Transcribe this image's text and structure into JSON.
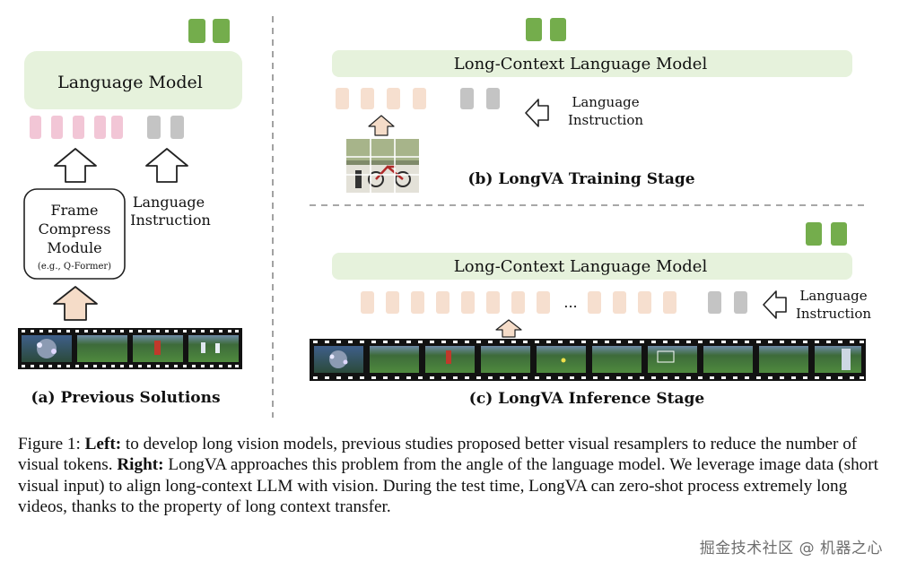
{
  "left": {
    "model_label": "Language Model",
    "frame_compress": [
      "Frame",
      "Compress",
      "Module"
    ],
    "frame_compress_eg": "(e.g., Q-Former)",
    "language_instruction": [
      "Language",
      "Instruction"
    ],
    "caption": "(a) Previous Solutions"
  },
  "training": {
    "model_label": "Long-Context Language Model",
    "language_instruction": [
      "Language",
      "Instruction"
    ],
    "caption": "(b) LongVA Training Stage"
  },
  "inference": {
    "model_label": "Long-Context Language Model",
    "ellipsis": "...",
    "language_instruction": [
      "Language",
      "Instruction"
    ],
    "caption": "(c) LongVA Inference Stage"
  },
  "colors": {
    "output_token": "#74ad4c",
    "lm_box": "#e6f2dc",
    "visual_token_left": "#f2c6d6",
    "visual_token_right": "#f6dfcf",
    "text_token": "#c4c4c4",
    "arrow_fill_peach": "#f5dcc8",
    "dashed_divider": "#888888"
  },
  "figure_caption": {
    "figure_number": "Figure 1:",
    "left_heading": "Left:",
    "left_text": "to develop long vision models, previous studies proposed better visual resamplers to reduce the number of visual tokens.",
    "right_heading": "Right:",
    "right_text": "LongVA approaches this problem from the angle of the language model. We leverage image data (short visual input) to align long-context LLM with vision. During the test time, LongVA can zero-shot process extremely long videos, thanks to the property of long context transfer."
  },
  "watermark": "掘金技术社区 @ 机器之心"
}
